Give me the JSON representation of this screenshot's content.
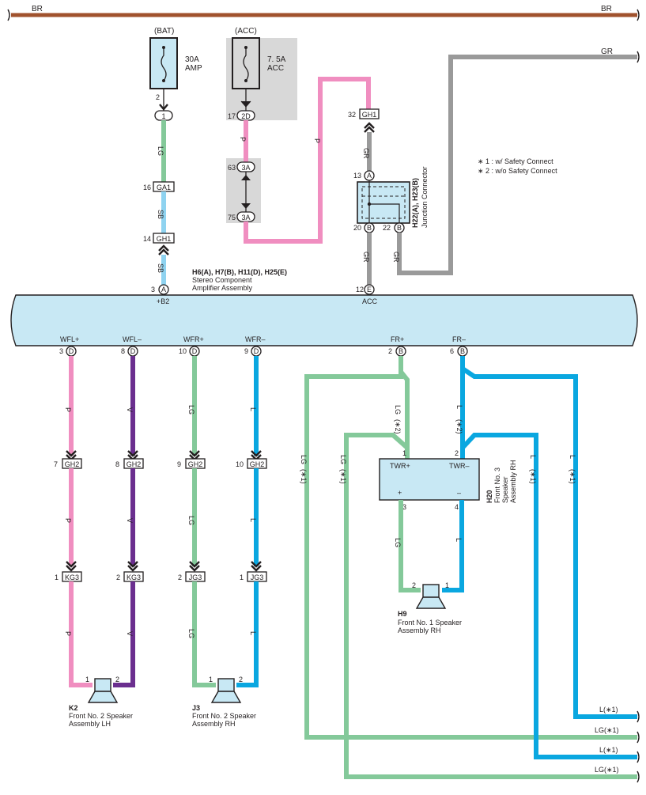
{
  "colors": {
    "BR": "#a0522d",
    "LG": "#84c99a",
    "SB": "#8fd3f0",
    "P": "#f08ec0",
    "V": "#6b2f8f",
    "L": "#0aa7e0",
    "GR": "#9a9a9a",
    "component": "#c8e8f4",
    "shade": "#d8d8d8"
  },
  "top_bus": {
    "left_label": "BR",
    "right_label": "BR"
  },
  "fuse_bat": {
    "header": "(BAT)",
    "rating": "30A",
    "name": "AMP",
    "pin": "2"
  },
  "fuse_acc": {
    "header": "(ACC)",
    "rating": "7. 5A",
    "name": "ACC"
  },
  "gr_right_label": "GR",
  "notes": [
    "∗ 1 : w/ Safety Connect",
    "∗ 2 : w/o Safety Connect"
  ],
  "amplifier": {
    "codes": "H6(A), H7(B), H11(D), H25(E)",
    "name1": "Stereo Component",
    "name2": "Amplifier Assembly",
    "pin_b2": "+B2",
    "pin_acc": "ACC"
  },
  "junction": {
    "codes": "H22(A), H23(B)",
    "name": "Junction Connector"
  },
  "connectors": {
    "c1": "1",
    "c1n": "",
    "ga1": "GA1",
    "ga1n": "16",
    "gh1a": "GH1",
    "gh1an": "14",
    "ampA": "A",
    "ampAn": "3",
    "c2d": "2D",
    "c2dn": "17",
    "c3a_top": "3A",
    "c3a_topn": "63",
    "c3a_bot": "3A",
    "c3a_botn": "75",
    "gh1b": "GH1",
    "gh1bn": "32",
    "jA": "A",
    "jAn": "13",
    "jB20": "B",
    "jB20n": "20",
    "jB22": "B",
    "jB22n": "22",
    "ampE": "E",
    "ampEn": "12"
  },
  "wire_labels": {
    "lg_bat": "LG",
    "sb1": "SB",
    "sb2": "SB",
    "p_acc": "P",
    "p_acc2": "P",
    "gr1": "GR",
    "gr2": "GR",
    "gr3": "GR"
  },
  "outputs": [
    {
      "name": "WFL+",
      "pin": "3",
      "pinLetter": "D",
      "wire": "P",
      "gh": "GH2",
      "ghn": "7",
      "g3": "KG3",
      "g3n": "1"
    },
    {
      "name": "WFL–",
      "pin": "8",
      "pinLetter": "D",
      "wire": "V",
      "gh": "GH2",
      "ghn": "8",
      "g3": "KG3",
      "g3n": "2"
    },
    {
      "name": "WFR+",
      "pin": "10",
      "pinLetter": "D",
      "wire": "LG",
      "gh": "GH2",
      "ghn": "9",
      "g3": "JG3",
      "g3n": "2"
    },
    {
      "name": "WFR–",
      "pin": "9",
      "pinLetter": "D",
      "wire": "L",
      "gh": "GH2",
      "ghn": "10",
      "g3": "JG3",
      "g3n": "1"
    },
    {
      "name": "FR+",
      "pin": "2",
      "pinLetter": "B"
    },
    {
      "name": "FR–",
      "pin": "6",
      "pinLetter": "B"
    }
  ],
  "fr_labels": {
    "lg_fr": "LG",
    "star2a": "(∗2)",
    "l_fr": "L",
    "star2b": "(∗2)",
    "lg_far": "LG",
    "star1a": "(∗1)",
    "lg_mid": "LG",
    "star1b": "(∗1)",
    "l_mid": "L",
    "star1c": "(∗1)",
    "l_far": "L",
    "star1d": "(∗1)",
    "lg_h9": "LG",
    "l_h9": "L"
  },
  "speakers": {
    "k2": {
      "code": "K2",
      "name1": "Front No. 2 Speaker",
      "name2": "Assembly LH",
      "pin1": "1",
      "pin2": "2"
    },
    "j3": {
      "code": "J3",
      "name1": "Front No. 2 Speaker",
      "name2": "Assembly RH",
      "pin1": "1",
      "pin2": "2"
    },
    "h9": {
      "code": "H9",
      "name1": "Front No. 1 Speaker",
      "name2": "Assembly RH",
      "pin1": "2",
      "pin2": "1"
    },
    "h20": {
      "code": "H20",
      "name1": "Front No. 3",
      "name2": "Speaker",
      "name3": "Assembly RH",
      "twr_plus": "TWR+",
      "twr_minus": "TWR–",
      "plus": "+",
      "minus": "–",
      "p1": "1",
      "p2": "2",
      "p3": "3",
      "p4": "4"
    }
  },
  "bottom_labels": [
    "L(∗1)",
    "LG(∗1)",
    "L(∗1)",
    "LG(∗1)"
  ]
}
